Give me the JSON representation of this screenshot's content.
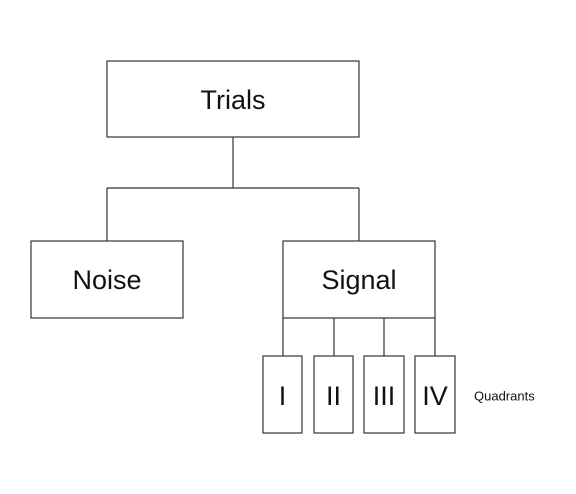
{
  "diagram": {
    "root": "Trials",
    "noise": "Noise",
    "signal": "Signal",
    "quadrants": [
      "I",
      "II",
      "III",
      "IV"
    ],
    "quadrants_label": "Quadrants"
  }
}
